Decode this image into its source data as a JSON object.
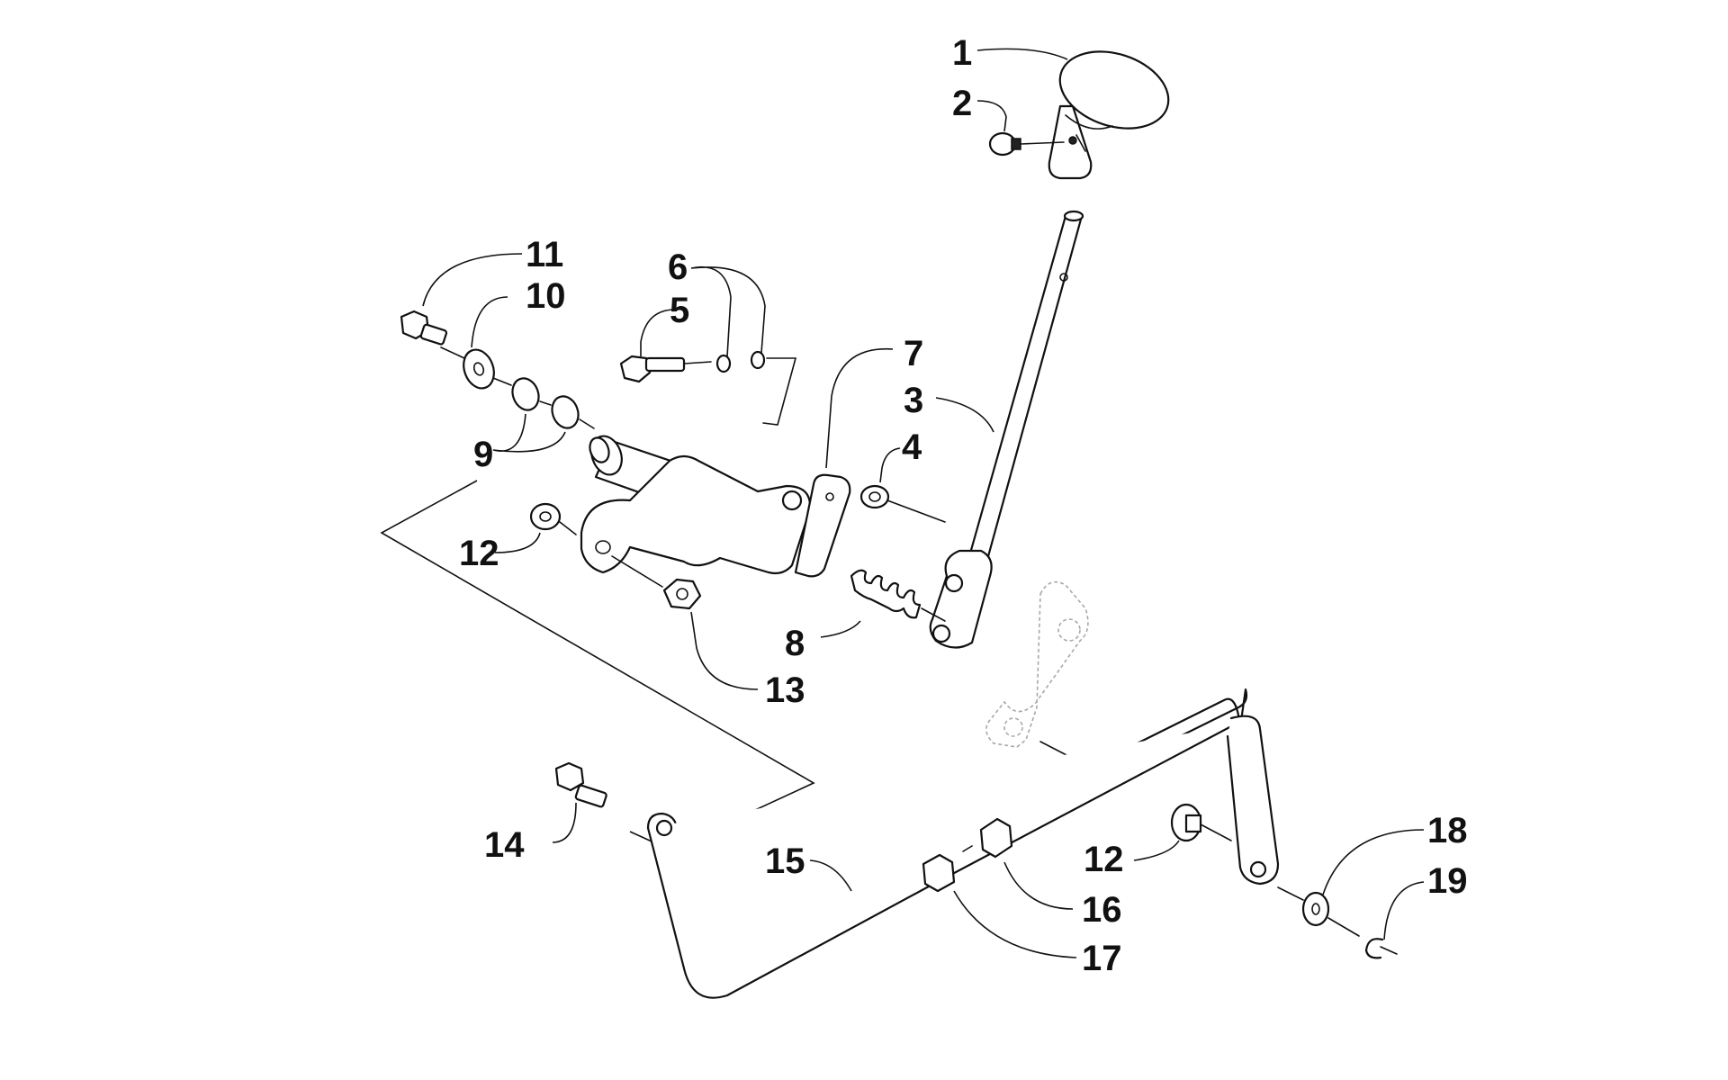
{
  "diagram": {
    "type": "exploded parts diagram",
    "callouts": [
      {
        "id": "c1",
        "label": "1"
      },
      {
        "id": "c2",
        "label": "2"
      },
      {
        "id": "c3",
        "label": "3"
      },
      {
        "id": "c4",
        "label": "4"
      },
      {
        "id": "c5",
        "label": "5"
      },
      {
        "id": "c6",
        "label": "6"
      },
      {
        "id": "c7",
        "label": "7"
      },
      {
        "id": "c8",
        "label": "8"
      },
      {
        "id": "c9",
        "label": "9"
      },
      {
        "id": "c10",
        "label": "10"
      },
      {
        "id": "c11",
        "label": "11"
      },
      {
        "id": "c12a",
        "label": "12"
      },
      {
        "id": "c12b",
        "label": "12"
      },
      {
        "id": "c13",
        "label": "13"
      },
      {
        "id": "c14",
        "label": "14"
      },
      {
        "id": "c15",
        "label": "15"
      },
      {
        "id": "c16",
        "label": "16"
      },
      {
        "id": "c17",
        "label": "17"
      },
      {
        "id": "c18",
        "label": "18"
      },
      {
        "id": "c19",
        "label": "19"
      }
    ],
    "colors": {
      "line": "#111111",
      "background": "#ffffff",
      "ghost_part": "#a8a8a8"
    }
  }
}
